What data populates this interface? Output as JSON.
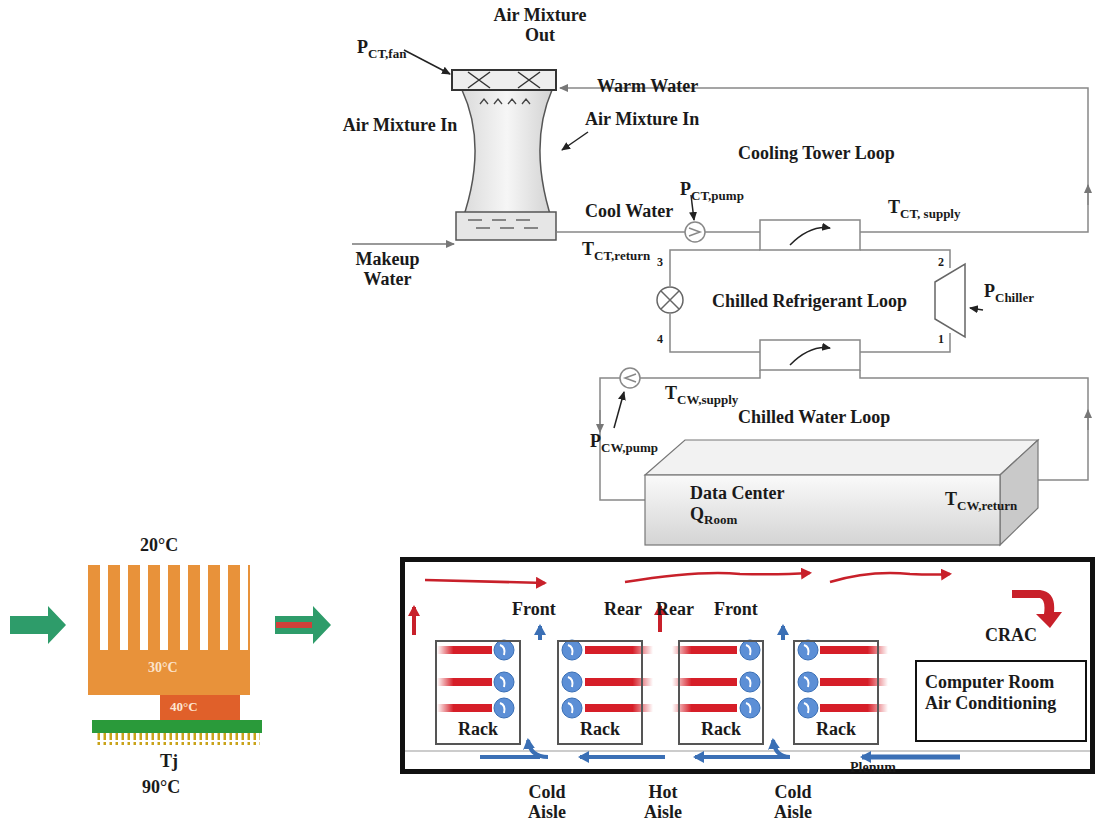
{
  "diagram": {
    "nodes": [
      {
        "text": [
          "Data Center",
          "Q",
          "Room"
        ]
      },
      {
        "text": [
          "Rack"
        ]
      },
      {
        "text": [
          "Rack"
        ]
      },
      {
        "text": [
          "Rack"
        ]
      },
      {
        "text": [
          "Rack"
        ]
      },
      {
        "text": [
          "Computer Room Air Conditioning"
        ]
      }
    ],
    "labels": [
      "P",
      "CT,fan",
      "Air Mixture Out",
      "Warm Water",
      "Air Mixture In",
      "Air Mixture In",
      "Cooling Tower Loop",
      "P",
      "CT,pump",
      "Cool Water",
      "T",
      "CT, supply",
      "Makeup Water",
      "T",
      "CT,return",
      "3",
      "2",
      "Chilled Refrigerant Loop",
      "P",
      "Chiller",
      "4",
      "1",
      "T",
      "CW,supply",
      "P",
      "CW,pump",
      "Chilled Water Loop",
      "T",
      "CW,return",
      "20°C",
      "30°C",
      "40°C",
      "Tj",
      "90°C",
      "Front",
      "Rear",
      "Rear",
      "Front",
      "CRAC",
      "Plenum",
      "Cold Aisle",
      "Hot Aisle",
      "Cold Aisle"
    ]
  }
}
